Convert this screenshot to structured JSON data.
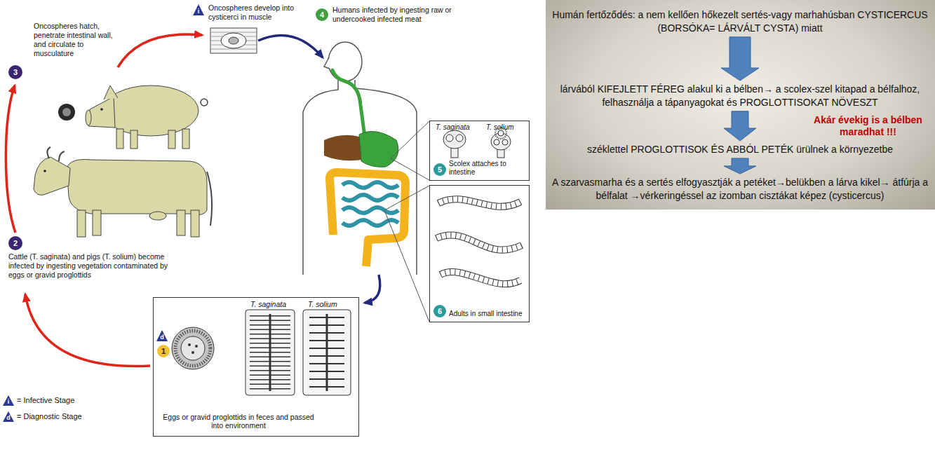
{
  "diagram": {
    "nodes": [
      {
        "text": [
          "4",
          "Humans infected by ingesting raw or undercooked infected meat"
        ]
      },
      {
        "text": [
          "3",
          "Oncospheres hatch, penetrate intestinal wall, and circulate to musculature"
        ]
      },
      {
        "text": [
          "T. saginata",
          "T. solium",
          "Scolex attaches to intestine"
        ]
      },
      {
        "text": [
          "5"
        ],
        "in": 2
      },
      {
        "text": [
          "2",
          "Cattle (T. saginata) and pigs (T. solium) become infected by ingesting vegetation contaminated by eggs or gravid proglottids"
        ]
      },
      {
        "text": [
          "Adults in small intestine"
        ]
      },
      {
        "text": [
          "6"
        ],
        "in": 5
      },
      {
        "text": [
          "T. saginata",
          "T. solium",
          "Eggs or gravid proglottids in feces and passed into environment"
        ]
      },
      {
        "text": [
          "1"
        ],
        "in": 7
      },
      {
        "text": [
          "Akár évekig is a bélben maradhat !!!"
        ]
      },
      {
        "text": [
          "Humán fertőződés: a nem kellően hőkezelt sertés-vagy marhahúsban CYSTICERCUS (BORSÓKA= LÁRVÁLT CYSTA) miatt"
        ],
        "in": 9
      },
      {
        "text": [
          "lárvából KIFEJLETT FÉREG alakul ki a bélben→ a scolex-szel kitapad a bélfalhoz, felhasználja a tápanyagokat és PROGLOTTISOKAT NÖVESZT"
        ],
        "in": 9
      },
      {
        "text": [
          "széklettel PROGLOTTISOK ÉS ABBÓL PETÉK ürülnek a környezetbe"
        ],
        "in": 9
      },
      {
        "text": [
          "A szarvasmarha és a sertés elfogyasztják a petéket→belükben a lárva kikel→ átfúrja a bélfalat →vérkeringéssel az izomban cisztákat képez (cysticercus)"
        ],
        "in": 9
      }
    ],
    "edges": [
      {
        "from": 10,
        "to": 11,
        "arrow": "to"
      },
      {
        "from": 11,
        "to": 12,
        "arrow": "to"
      },
      {
        "from": 12,
        "to": 13,
        "arrow": "to"
      }
    ],
    "labels": [
      "Oncospheres develop into cysticerci in muscle",
      "i",
      "d",
      "i",
      "d"
    ],
    "legend": [
      {
        "text": "= Infective Stage"
      },
      {
        "text": "= Diagnostic Stage"
      }
    ]
  }
}
